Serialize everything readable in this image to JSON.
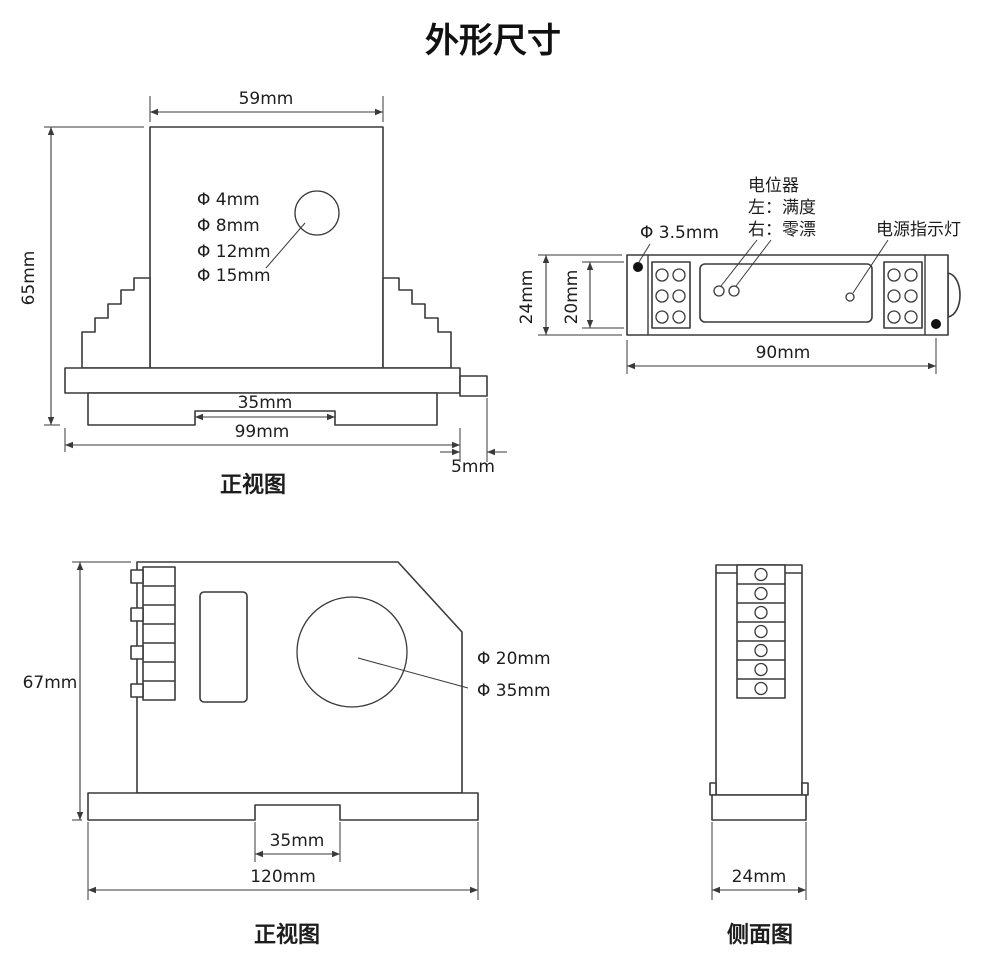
{
  "title": "外形尺寸",
  "view1": {
    "caption": "正视图",
    "holes": [
      "Φ 4mm",
      "Φ 8mm",
      "Φ 12mm",
      "Φ 15mm"
    ],
    "dim_width_top": "59mm",
    "dim_height": "65mm",
    "dim_notch": "35mm",
    "dim_width_base": "99mm",
    "dim_tab": "5mm"
  },
  "view2": {
    "label_potentiometer": "电位器",
    "label_pot_left": "左：满度",
    "label_pot_right": "右：零漂",
    "label_power_led": "电源指示灯",
    "label_hole": "Φ 3.5mm",
    "dim_height": "24mm",
    "dim_height_inner": "20mm",
    "dim_length": "90mm"
  },
  "view3": {
    "caption": "正视图",
    "holes": [
      "Φ 20mm",
      "Φ 35mm"
    ],
    "dim_height": "67mm",
    "dim_notch": "35mm",
    "dim_width": "120mm"
  },
  "view4": {
    "caption": "侧面图",
    "dim_width": "24mm"
  }
}
